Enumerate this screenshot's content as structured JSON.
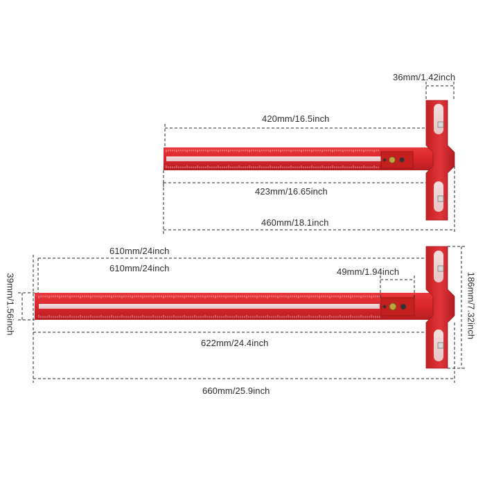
{
  "rulers": [
    {
      "name": "short-t-square",
      "color": "#d8262b",
      "dimensions": {
        "head_width": "36mm/1.42inch",
        "scale_length": "420mm/16.5inch",
        "blade_length": "423mm/16.65inch",
        "overall_length": "460mm/18.1inch"
      }
    },
    {
      "name": "long-t-square",
      "color": "#d8262b",
      "dimensions": {
        "scale_length_top": "610mm/24inch",
        "scale_length": "610mm/24inch",
        "slider_width": "49mm/1.94inch",
        "blade_width": "39mm/1.56inch",
        "blade_length": "622mm/24.4inch",
        "overall_length": "660mm/25.9inch",
        "head_length": "186mm/7.32inch"
      }
    }
  ],
  "colors": {
    "ruler_red": "#d8262b",
    "ruler_dark": "#a51a1e",
    "ruler_light": "#ee4a4d",
    "dimension_line": "#222222",
    "background": "#ffffff"
  }
}
